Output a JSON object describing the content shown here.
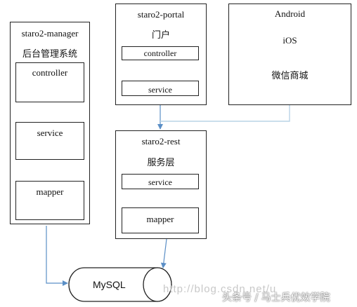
{
  "manager": {
    "title": "staro2-manager",
    "subtitle": "后台管理系统",
    "layers": [
      "controller",
      "service",
      "mapper"
    ]
  },
  "portal": {
    "title": "staro2-portal",
    "subtitle": "门户",
    "layers": [
      "controller",
      "service"
    ]
  },
  "clients": {
    "items": [
      "Android",
      "iOS",
      "微信商城"
    ]
  },
  "rest": {
    "title": "staro2-rest",
    "subtitle": "服务层",
    "layers": [
      "service",
      "mapper"
    ]
  },
  "database": {
    "label": "MySQL"
  },
  "watermark": {
    "site": "http://blog.csdn.net/u",
    "brand": "头条号 / 马士兵优效学院"
  },
  "colors": {
    "arrow": "#5b8fc6",
    "client_line": "#b9d3e6",
    "border": "#222222"
  }
}
